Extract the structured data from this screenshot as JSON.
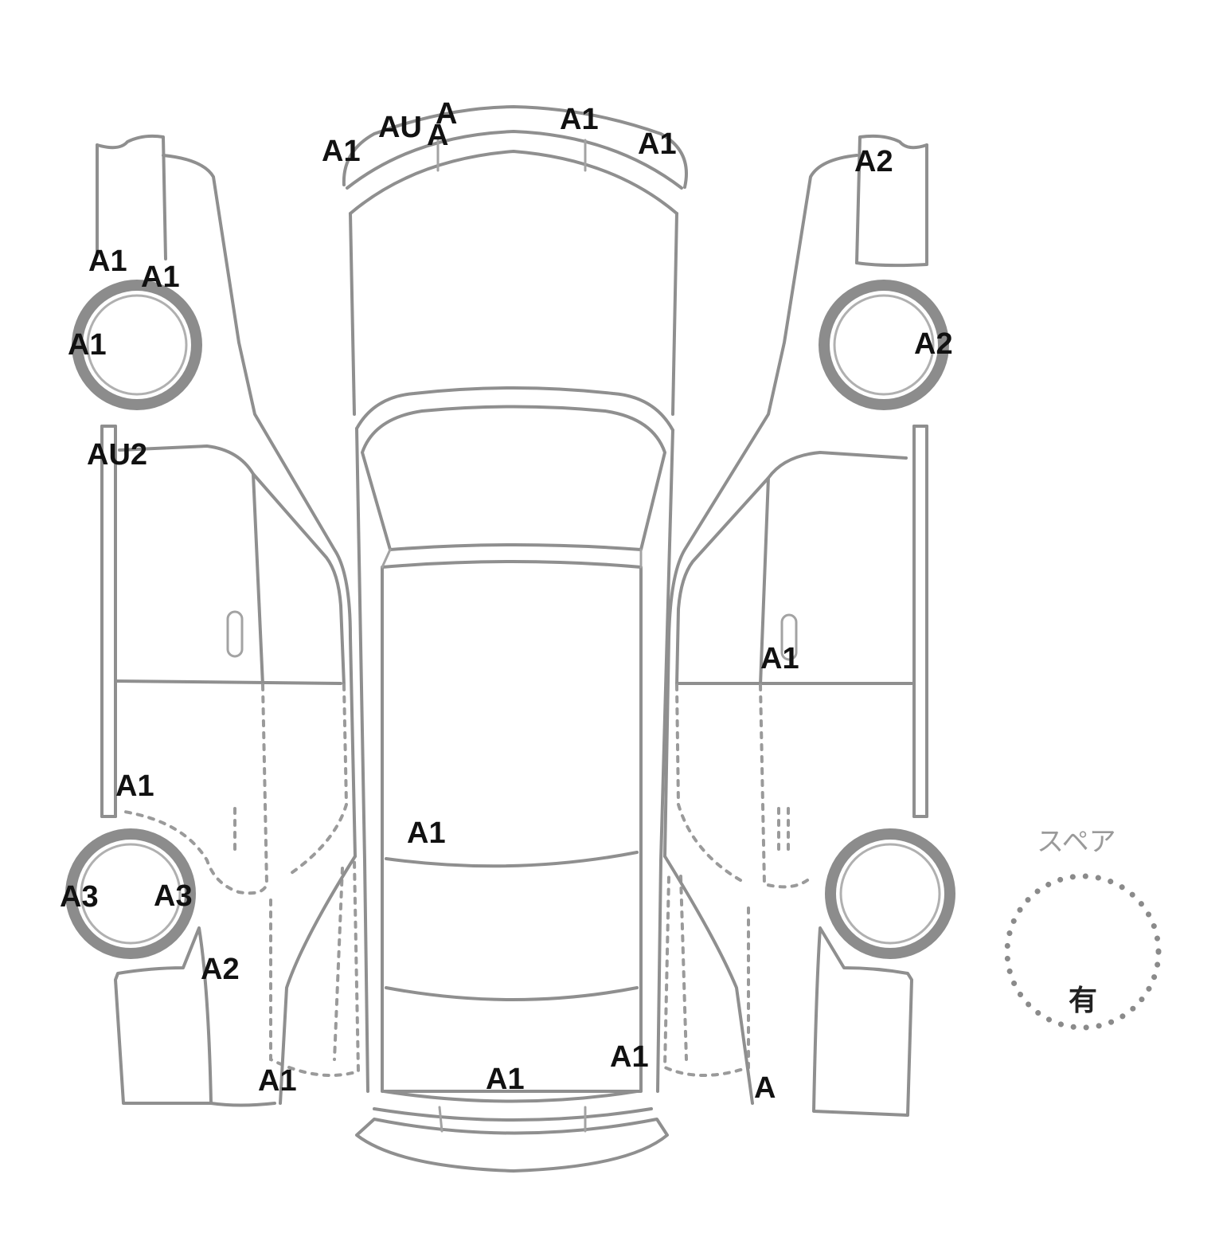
{
  "marks": [
    {
      "id": "m01",
      "text": "AU"
    },
    {
      "id": "m02",
      "text": "A"
    },
    {
      "id": "m03",
      "text": "A"
    },
    {
      "id": "m04",
      "text": "A1"
    },
    {
      "id": "m05",
      "text": "A1"
    },
    {
      "id": "m06",
      "text": "A1"
    },
    {
      "id": "m07",
      "text": "A2"
    },
    {
      "id": "m08",
      "text": "A1"
    },
    {
      "id": "m09",
      "text": "A1"
    },
    {
      "id": "m10",
      "text": "A1"
    },
    {
      "id": "m11",
      "text": "A2"
    },
    {
      "id": "m12",
      "text": "AU2"
    },
    {
      "id": "m13",
      "text": "A1"
    },
    {
      "id": "m14",
      "text": "A1"
    },
    {
      "id": "m15",
      "text": "A1"
    },
    {
      "id": "m16",
      "text": "A3"
    },
    {
      "id": "m17",
      "text": "A3"
    },
    {
      "id": "m18",
      "text": "A2"
    },
    {
      "id": "m19",
      "text": "A1"
    },
    {
      "id": "m20",
      "text": "A1"
    },
    {
      "id": "m21",
      "text": "A1"
    },
    {
      "id": "m22",
      "text": "A"
    }
  ],
  "spare": {
    "label": "スペア",
    "value": "有"
  },
  "colors": {
    "outline": "#8f8f8f",
    "mark_text": "#111111"
  }
}
